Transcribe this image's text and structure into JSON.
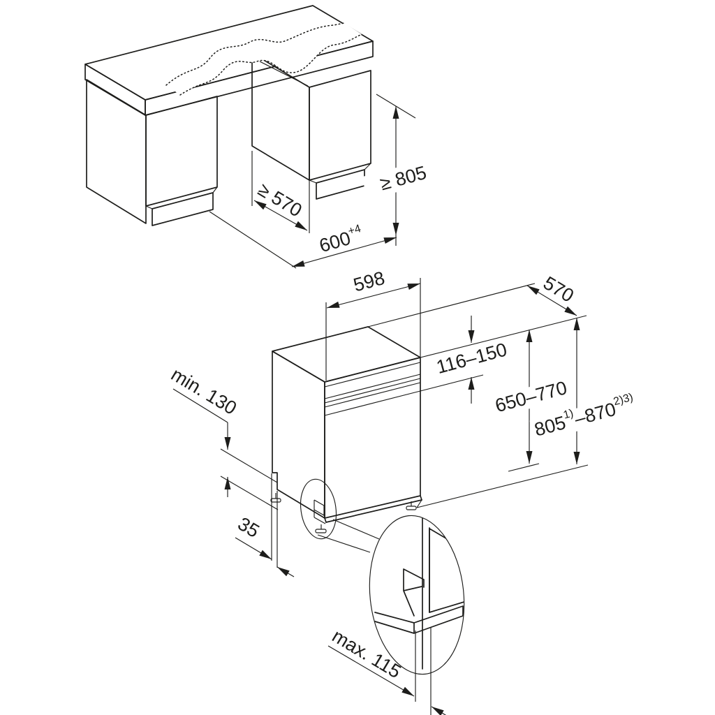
{
  "colors": {
    "line": "#1d1d1b",
    "background": "#ffffff",
    "countertop": "#e9e9e9",
    "appliance_top": "#ededed",
    "appliance_side": "#f4f4f4",
    "appliance_door": "#e3e3e3",
    "detail_fill": "#f3f3f3",
    "detail_door": "#e2e2e2"
  },
  "upper_view": {
    "niche_depth": "≥ 570",
    "niche_height": "≥ 805",
    "niche_width": "600",
    "niche_width_tolerance": "+4"
  },
  "lower_view": {
    "appliance_width": "598",
    "appliance_depth": "570",
    "panel_height_range": "116–150",
    "door_height_range": "650–770",
    "total_height_min": "805",
    "total_height_min_note": "1)",
    "total_height_to_max": "–870",
    "total_height_max_note": "2)3)",
    "plinth_clearance": "min. 130",
    "rear_gap": "35",
    "plinth_recess": "max. 115"
  }
}
